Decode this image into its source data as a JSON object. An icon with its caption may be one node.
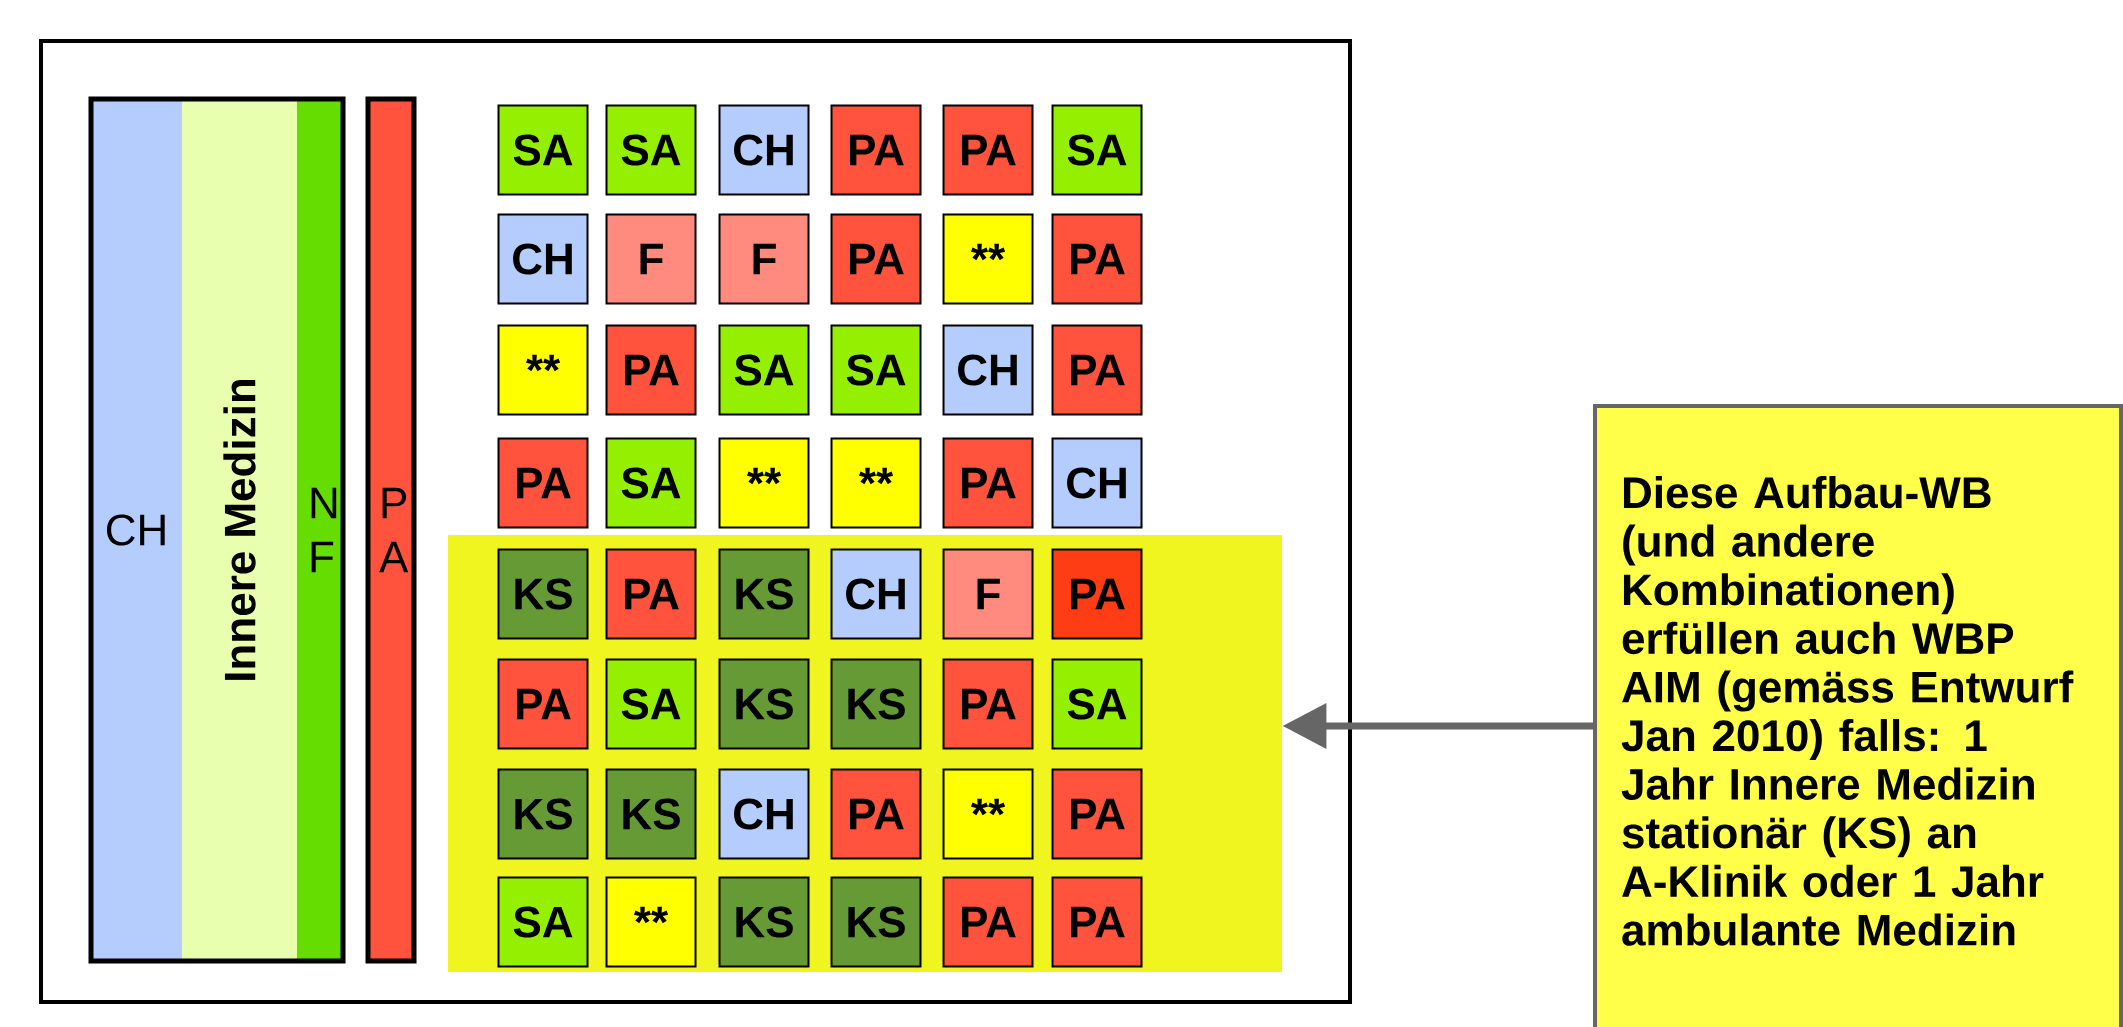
{
  "diagram": {
    "nodes": [
      {
        "text": [
          "CH"
        ]
      },
      {
        "text": [
          "Innere Medizin"
        ]
      },
      {
        "text": [
          "N F"
        ]
      },
      {
        "text": [
          "P A"
        ]
      },
      {
        "text": [],
        "shape": "box"
      },
      {
        "text": [
          "SA"
        ]
      },
      {
        "text": [
          "SA"
        ]
      },
      {
        "text": [
          "CH"
        ]
      },
      {
        "text": [
          "PA"
        ]
      },
      {
        "text": [
          "PA"
        ]
      },
      {
        "text": [
          "SA"
        ]
      },
      {
        "text": [
          "CH"
        ]
      },
      {
        "text": [
          "F"
        ]
      },
      {
        "text": [
          "F"
        ]
      },
      {
        "text": [
          "PA"
        ]
      },
      {
        "text": [
          "**"
        ]
      },
      {
        "text": [
          "PA"
        ]
      },
      {
        "text": [
          "**"
        ]
      },
      {
        "text": [
          "PA"
        ]
      },
      {
        "text": [
          "SA"
        ]
      },
      {
        "text": [
          "SA"
        ]
      },
      {
        "text": [
          "CH"
        ]
      },
      {
        "text": [
          "PA"
        ]
      },
      {
        "text": [
          "PA"
        ]
      },
      {
        "text": [
          "SA"
        ]
      },
      {
        "text": [
          "**"
        ]
      },
      {
        "text": [
          "**"
        ]
      },
      {
        "text": [
          "PA"
        ]
      },
      {
        "text": [
          "CH"
        ]
      },
      {
        "text": [
          "KS"
        ],
        "in": 4
      },
      {
        "text": [
          "PA"
        ],
        "in": 4
      },
      {
        "text": [
          "KS"
        ],
        "in": 4
      },
      {
        "text": [
          "CH"
        ],
        "in": 4
      },
      {
        "text": [
          "F"
        ],
        "in": 4
      },
      {
        "text": [
          "PA"
        ],
        "in": 4
      },
      {
        "text": [
          "PA"
        ],
        "in": 4
      },
      {
        "text": [
          "SA"
        ],
        "in": 4
      },
      {
        "text": [
          "KS"
        ],
        "in": 4
      },
      {
        "text": [
          "KS"
        ],
        "in": 4
      },
      {
        "text": [
          "PA"
        ],
        "in": 4
      },
      {
        "text": [
          "SA"
        ],
        "in": 4
      },
      {
        "text": [
          "KS"
        ],
        "in": 4
      },
      {
        "text": [
          "KS"
        ],
        "in": 4
      },
      {
        "text": [
          "CH"
        ],
        "in": 4
      },
      {
        "text": [
          "PA"
        ],
        "in": 4
      },
      {
        "text": [
          "**"
        ],
        "in": 4
      },
      {
        "text": [
          "PA"
        ],
        "in": 4
      },
      {
        "text": [
          "SA"
        ],
        "in": 4
      },
      {
        "text": [
          "**"
        ],
        "in": 4
      },
      {
        "text": [
          "KS"
        ],
        "in": 4
      },
      {
        "text": [
          "KS"
        ],
        "in": 4
      },
      {
        "text": [
          "PA"
        ],
        "in": 4
      },
      {
        "text": [
          "PA"
        ],
        "in": 4
      },
      {
        "text": [
          "Diese Aufbau-WB (und andere Kombinationen) erfüllen auch WBP AIM (gemäss Entwurf Jan 2010) falls: 1 Jahr Innere Medizin stationär (KS) an A-Klinik oder 1 Jahr ambulante Medizin"
        ]
      }
    ],
    "edges": [
      {
        "from": 53,
        "to": 4,
        "arrow": "to"
      }
    ]
  }
}
